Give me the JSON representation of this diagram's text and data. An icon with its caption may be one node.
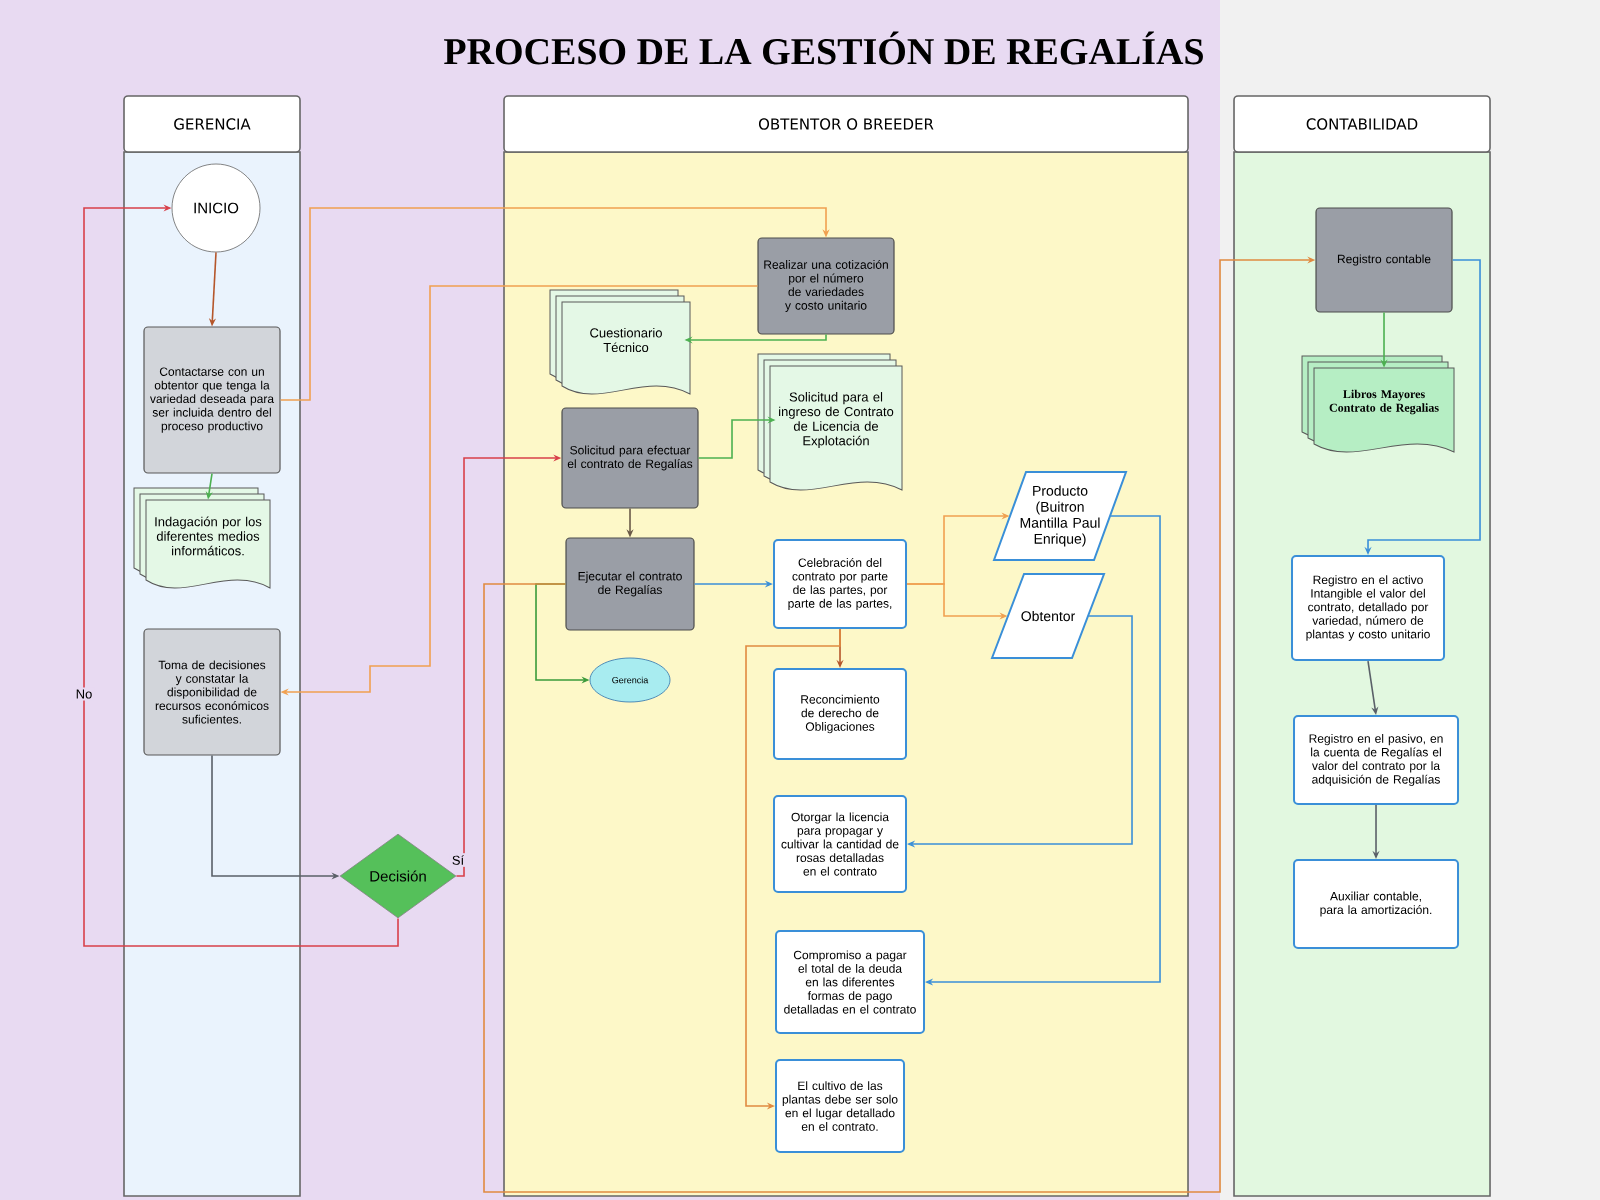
{
  "diagram": {
    "title": "PROCESO DE LA GESTIÓN DE REGALÍAS",
    "nodes": [
      {
        "text": [
          "GERENCIA"
        ]
      },
      {
        "text": [
          "OBTENTOR O BREEDER"
        ]
      },
      {
        "text": [
          "CONTABILIDAD"
        ]
      },
      {
        "text": [
          "INICIO"
        ],
        "in": 0
      },
      {
        "text": [
          "Contactarse con un obtentor que tenga la variedad deseada para ser incluida dentro del proceso productivo"
        ],
        "in": 0
      },
      {
        "text": [
          "Indagación por los diferentes medios informáticos."
        ],
        "in": 0
      },
      {
        "text": [
          "Toma de decisiones y constatar la disponibilidad de recursos económicos suficientes."
        ],
        "in": 0
      },
      {
        "text": [
          "Decisión"
        ]
      },
      {
        "text": [
          "Realizar una cotización por el número de variedades y costo unitario"
        ],
        "in": 1
      },
      {
        "text": [
          "Cuestionario Técnico"
        ],
        "in": 1
      },
      {
        "text": [
          "Solicitud para efectuar el contrato de Regalías"
        ],
        "in": 1
      },
      {
        "text": [
          "Solicitud para el ingreso de Contrato de Licencia de Explotación"
        ],
        "in": 1
      },
      {
        "text": [
          "Ejecutar el contrato de Regalías"
        ],
        "in": 1
      },
      {
        "text": [
          "Gerencia"
        ],
        "in": 1
      },
      {
        "text": [
          "Celebración del contrato por parte de las partes, por parte de las partes,"
        ],
        "in": 1
      },
      {
        "text": [
          "Producto (Buitron Mantilla Paul Enrique)"
        ],
        "in": 1
      },
      {
        "text": [
          "Obtentor"
        ],
        "in": 1
      },
      {
        "text": [
          "Reconcimiento de derecho de Obligaciones"
        ],
        "in": 1
      },
      {
        "text": [
          "Otorgar la licencia para propagar y cultivar la cantidad de rosas detalladas en el contrato"
        ],
        "in": 1
      },
      {
        "text": [
          "Compromiso a pagar el total de la deuda en las diferentes formas de pago detalladas en el contrato"
        ],
        "in": 1
      },
      {
        "text": [
          "El cultivo de las plantas debe ser solo en el lugar detallado en el contrato."
        ],
        "in": 1
      },
      {
        "text": [
          "Registro contable"
        ],
        "in": 2
      },
      {
        "text": [
          "Libros Mayores Contrato de Regalias"
        ],
        "in": 2
      },
      {
        "text": [
          "Registro en el activo Intangible el valor del contrato, detallado por variedad, número de plantas y costo unitario"
        ],
        "in": 2
      },
      {
        "text": [
          "Registro en el pasivo, en la cuenta de Regalías el valor del contrato por la adquisición de Regalías"
        ],
        "in": 2
      },
      {
        "text": [
          "Auxiliar contable, para la amortización."
        ],
        "in": 2
      }
    ],
    "edges": [
      {
        "from": 3,
        "to": 4,
        "arrow": "to",
        "color": "#b5562b"
      },
      {
        "from": 4,
        "to": 8,
        "arrow": "to",
        "color": "#f0a050"
      },
      {
        "from": 8,
        "to": 6,
        "arrow": "to",
        "color": "#f0a050"
      },
      {
        "from": 4,
        "to": 5,
        "arrow": "to",
        "color": "#4cb050"
      },
      {
        "from": 6,
        "to": 7,
        "arrow": "to",
        "color": "#5a6068"
      },
      {
        "from": 7,
        "to": 3,
        "arrow": "to",
        "label": "No",
        "color": "#d8404a"
      },
      {
        "from": 7,
        "to": 10,
        "arrow": "to",
        "label": "Sí",
        "color": "#d8404a"
      },
      {
        "from": 8,
        "to": 9,
        "arrow": "to",
        "color": "#4cb050"
      },
      {
        "from": 10,
        "to": 11,
        "arrow": "to",
        "color": "#4cb050"
      },
      {
        "from": 10,
        "to": 12,
        "arrow": "to",
        "color": "#6a5a48"
      },
      {
        "from": 12,
        "to": 13,
        "arrow": "to",
        "color": "#3a9a3a"
      },
      {
        "from": 12,
        "to": 14,
        "arrow": "to",
        "color": "#3a8fd8"
      },
      {
        "from": 14,
        "to": 15,
        "arrow": "to",
        "color": "#f0a050"
      },
      {
        "from": 14,
        "to": 16,
        "arrow": "to",
        "color": "#f0a050"
      },
      {
        "from": 14,
        "to": 17,
        "arrow": "to",
        "color": "#b5562b"
      },
      {
        "from": 16,
        "to": 18,
        "arrow": "to",
        "color": "#3a8fd8"
      },
      {
        "from": 15,
        "to": 19,
        "arrow": "to",
        "color": "#3a8fd8"
      },
      {
        "from": 14,
        "to": 20,
        "arrow": "to",
        "color": "#e08a40"
      },
      {
        "from": 12,
        "to": 21,
        "arrow": "to",
        "color": "#e08a40"
      },
      {
        "from": 21,
        "to": 22,
        "arrow": "to",
        "color": "#4cb050"
      },
      {
        "from": 21,
        "to": 23,
        "arrow": "to",
        "color": "#3a8fd8"
      },
      {
        "from": 23,
        "to": 24,
        "arrow": "to",
        "color": "#5a6068"
      },
      {
        "from": 24,
        "to": 25,
        "arrow": "to",
        "color": "#5a6068"
      }
    ]
  }
}
